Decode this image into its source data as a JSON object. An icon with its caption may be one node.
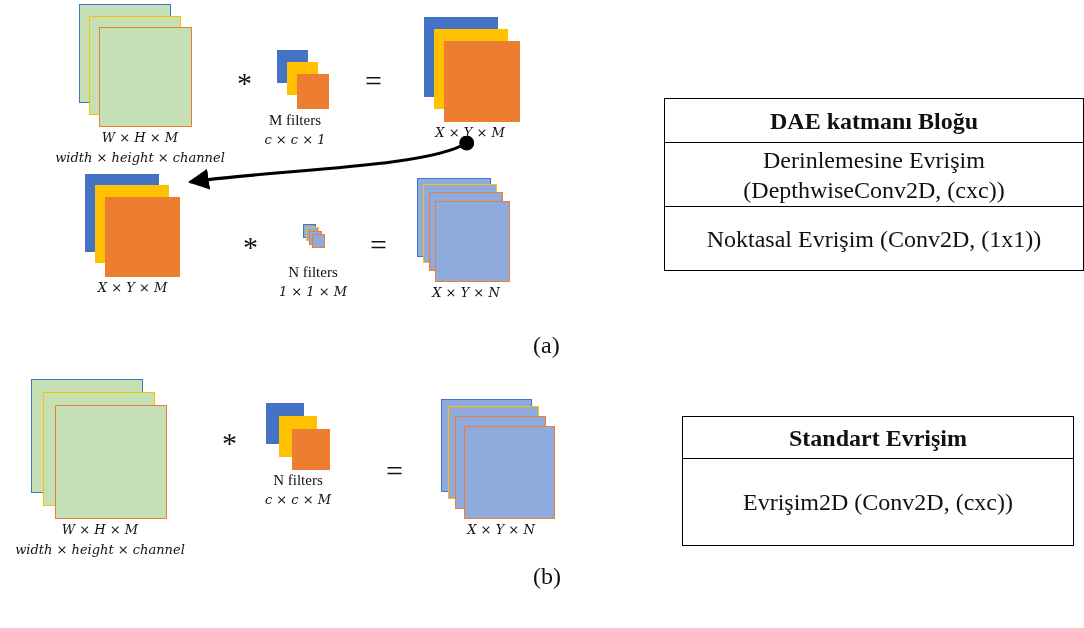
{
  "diagram": {
    "nodes": [
      {
        "text": [
          "W × H × M",
          "width × height × channel"
        ]
      },
      {
        "text": [
          "M filters",
          "c × c × 1"
        ]
      },
      {
        "text": [
          "X × Y × M"
        ]
      },
      {
        "text": [
          "X × Y × M"
        ]
      },
      {
        "text": [
          "N filters",
          "1 × 1 × M"
        ]
      },
      {
        "text": [
          "X × Y × N"
        ]
      },
      {
        "text": [
          "W × H × M",
          "width × height × channel"
        ]
      },
      {
        "text": [
          "N filters",
          "c × c × M"
        ]
      },
      {
        "text": [
          "X × Y × N"
        ]
      }
    ],
    "edges": [
      {
        "from": 2,
        "to": 3,
        "arrow": "to"
      }
    ],
    "labels": [
      "*",
      "=",
      "DAE katmanı Bloğu",
      "Derinlemesine Evrişim (DepthwiseConv2D, (cxc))",
      "*",
      "=",
      "Noktasal Evrişim (Conv2D, (1x1))",
      "(a)",
      "*",
      "=",
      "Standart Evrişim",
      "Evrişim2D (Conv2D, (cxc))",
      "(b)"
    ]
  }
}
